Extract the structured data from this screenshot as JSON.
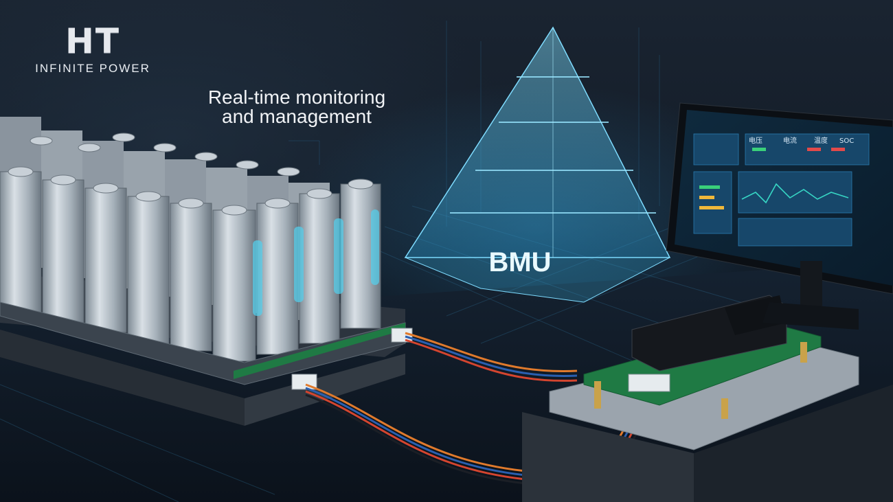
{
  "brand": {
    "logo_text": "HT",
    "tagline": "INFINITE POWER"
  },
  "caption": {
    "line1": "Real-time monitoring",
    "line2": "and management"
  },
  "pyramid_label": "BMU",
  "monitor": {
    "panel_labels": [
      "电压",
      "电流",
      "温度",
      "SOC"
    ]
  },
  "colors": {
    "background": "#111a25",
    "hologram_cyan": "#5fd6ff",
    "cell_steel": "#b9c3cc",
    "pcb_green": "#1f7a44",
    "cable_orange": "#e07a2c",
    "cable_blue": "#2a5fb0"
  }
}
